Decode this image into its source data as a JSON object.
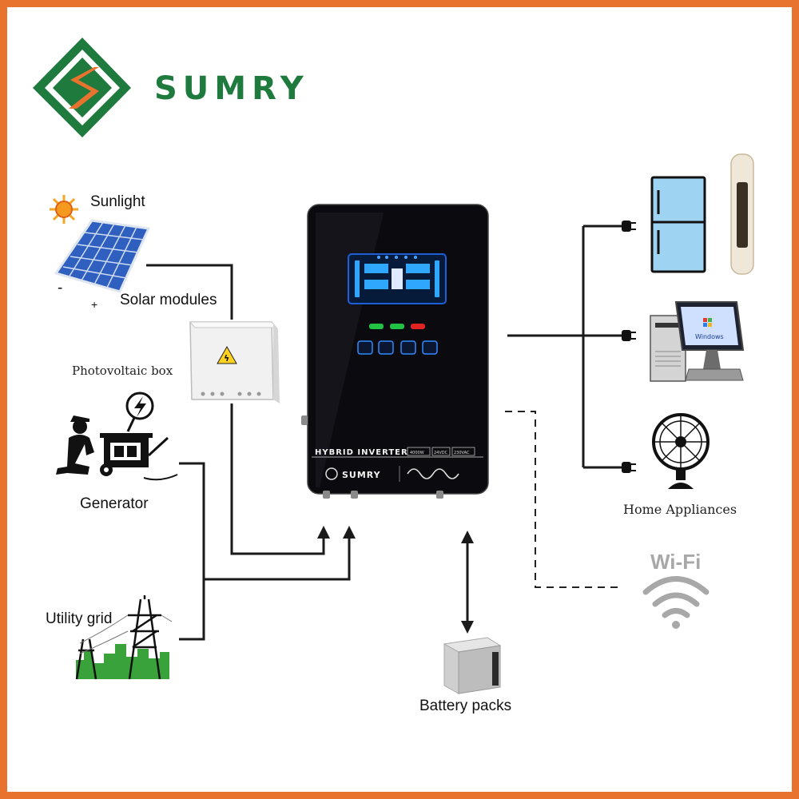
{
  "brand": {
    "name": "SUMRY"
  },
  "labels": {
    "sunlight": "Sunlight",
    "solar_modules": "Solar modules",
    "pv_box": "Photovoltaic box",
    "generator": "Generator",
    "utility_grid": "Utility grid",
    "battery_packs": "Battery packs",
    "home_appliances": "Home Appliances",
    "wifi": "Wi-Fi"
  },
  "inverter": {
    "title": "HYBRID  INVERTER",
    "spec_power": "4000W",
    "spec_dc": "24VDC",
    "spec_ac": "230VAC",
    "brand": "SUMRY"
  },
  "solar_signs": {
    "minus": "-",
    "plus": "+"
  },
  "monitor_text": "Windows",
  "colors": {
    "accent_orange": "#e8732f",
    "brand_green": "#1f7a3e",
    "inverter_body": "#0b0b0f"
  }
}
